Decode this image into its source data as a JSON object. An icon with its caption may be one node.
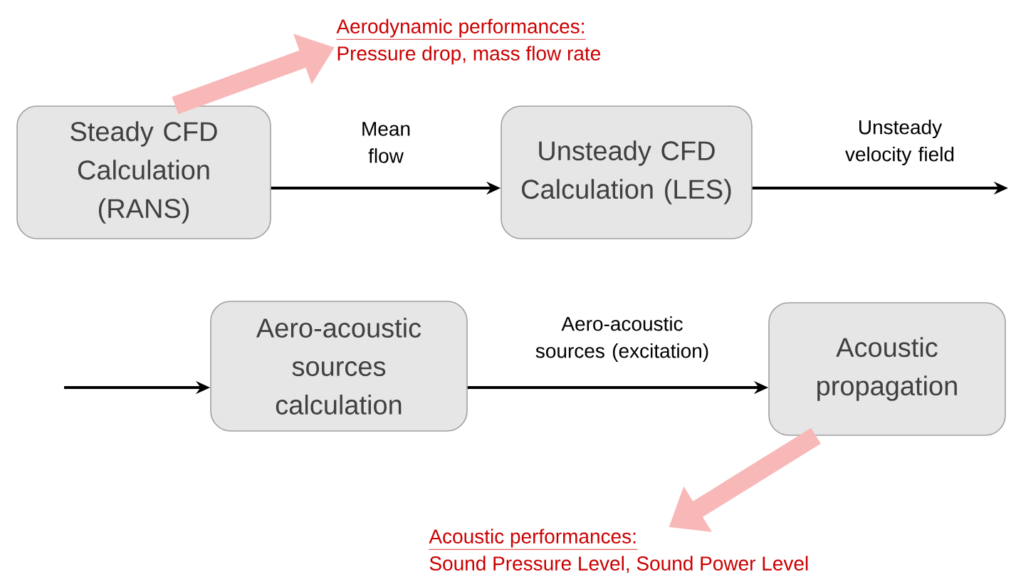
{
  "diagram": {
    "nodes": [
      {
        "text": [
          "Steady CFD Calculation (RANS)"
        ]
      },
      {
        "text": [
          "Unsteady CFD Calculation (LES)"
        ]
      },
      {
        "text": [
          "Aero-acoustic sources calculation"
        ]
      },
      {
        "text": [
          "Acoustic propagation"
        ]
      },
      {
        "text": [
          "Aerodynamic performances:",
          "Pressure drop, mass flow rate"
        ]
      },
      {
        "text": [
          "Acoustic performances:",
          "Sound Pressure Level, Sound Power Level"
        ]
      }
    ],
    "edges": [
      {
        "from": 0,
        "to": 1,
        "arrow": "to",
        "label": "Mean flow"
      },
      {
        "from": 1,
        "to": null,
        "arrow": "to",
        "label": "Unsteady velocity field"
      },
      {
        "from": null,
        "to": 2,
        "arrow": "to"
      },
      {
        "from": 2,
        "to": 3,
        "arrow": "to",
        "label": "Aero-acoustic sources (excitation)"
      },
      {
        "from": 0,
        "to": 4,
        "arrow": "to",
        "style": "thick",
        "color": "#f8b8b8"
      },
      {
        "from": 3,
        "to": 5,
        "arrow": "to",
        "style": "thick",
        "color": "#f8b8b8"
      }
    ]
  }
}
